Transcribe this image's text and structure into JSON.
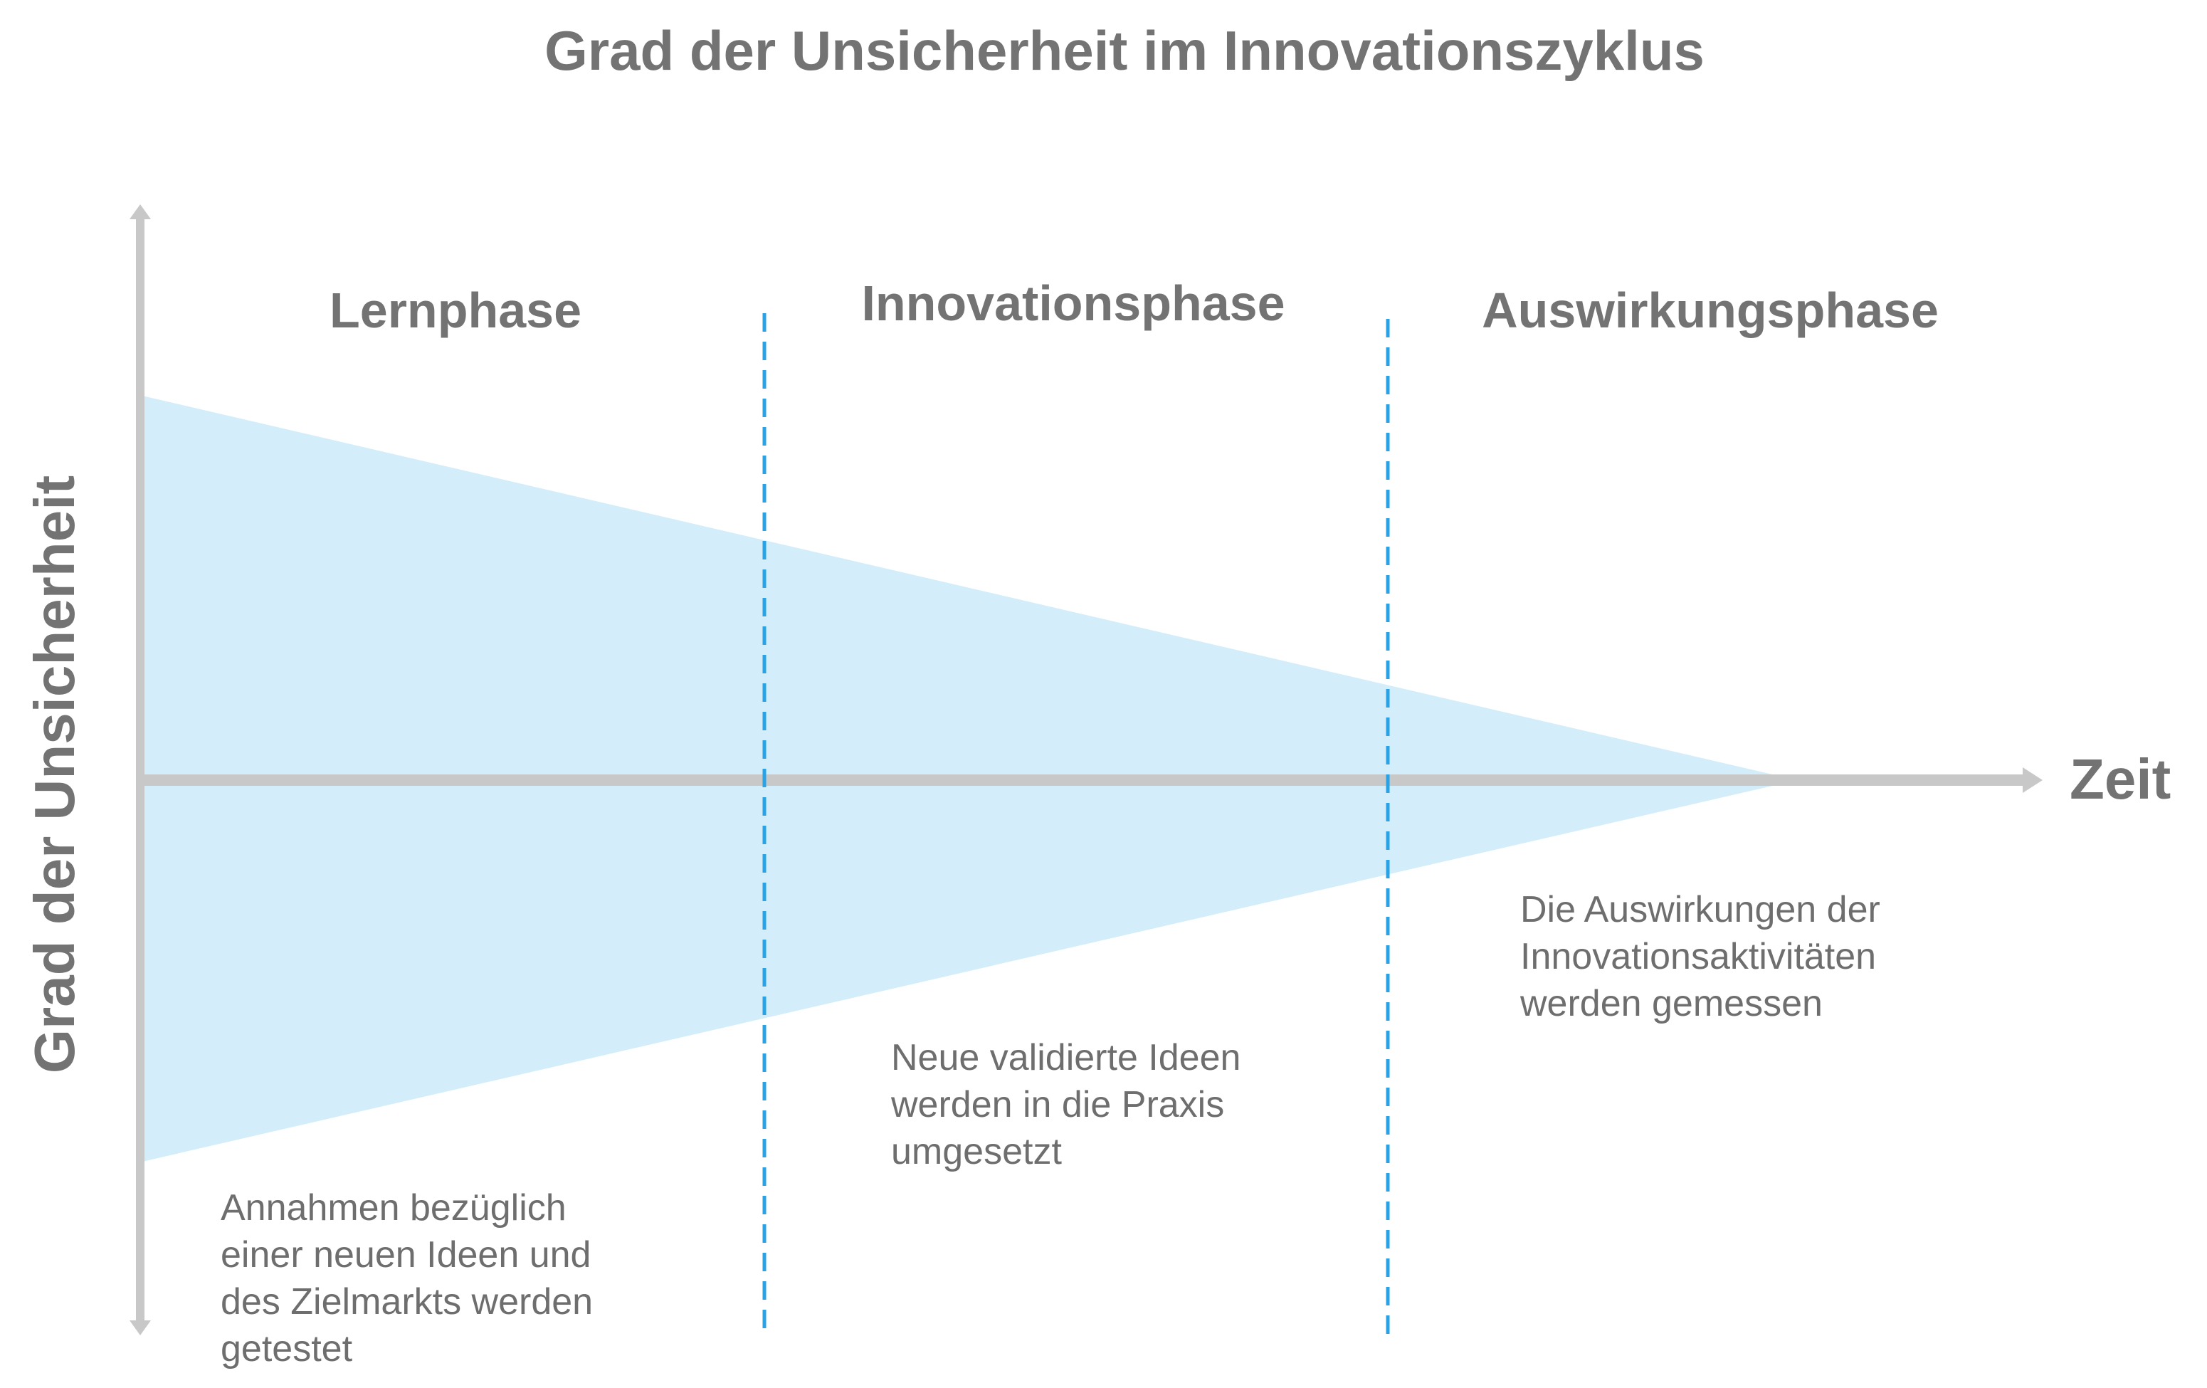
{
  "title": "Grad der Unsicherheit im Innovationszyklus",
  "axes": {
    "y_label": "Grad der Unsicherheit",
    "x_label": "Zeit"
  },
  "phases": [
    {
      "name": "Lernphase",
      "description": [
        "Annahmen bezüglich",
        "einer neuen Ideen und",
        "des Zielmarkts werden",
        "getestet"
      ]
    },
    {
      "name": "Innovationsphase",
      "description": [
        "Neue validierte Ideen",
        "werden in die Praxis",
        "umgesetzt"
      ]
    },
    {
      "name": "Auswirkungsphase",
      "description": [
        "Die Auswirkungen der",
        "Innovationsaktivitäten",
        "werden gemessen"
      ]
    }
  ],
  "colors": {
    "uncertainty_area": "#d3eefa",
    "axis": "#c8c8c8",
    "divider": "#29a3e6",
    "text": "#737373"
  }
}
